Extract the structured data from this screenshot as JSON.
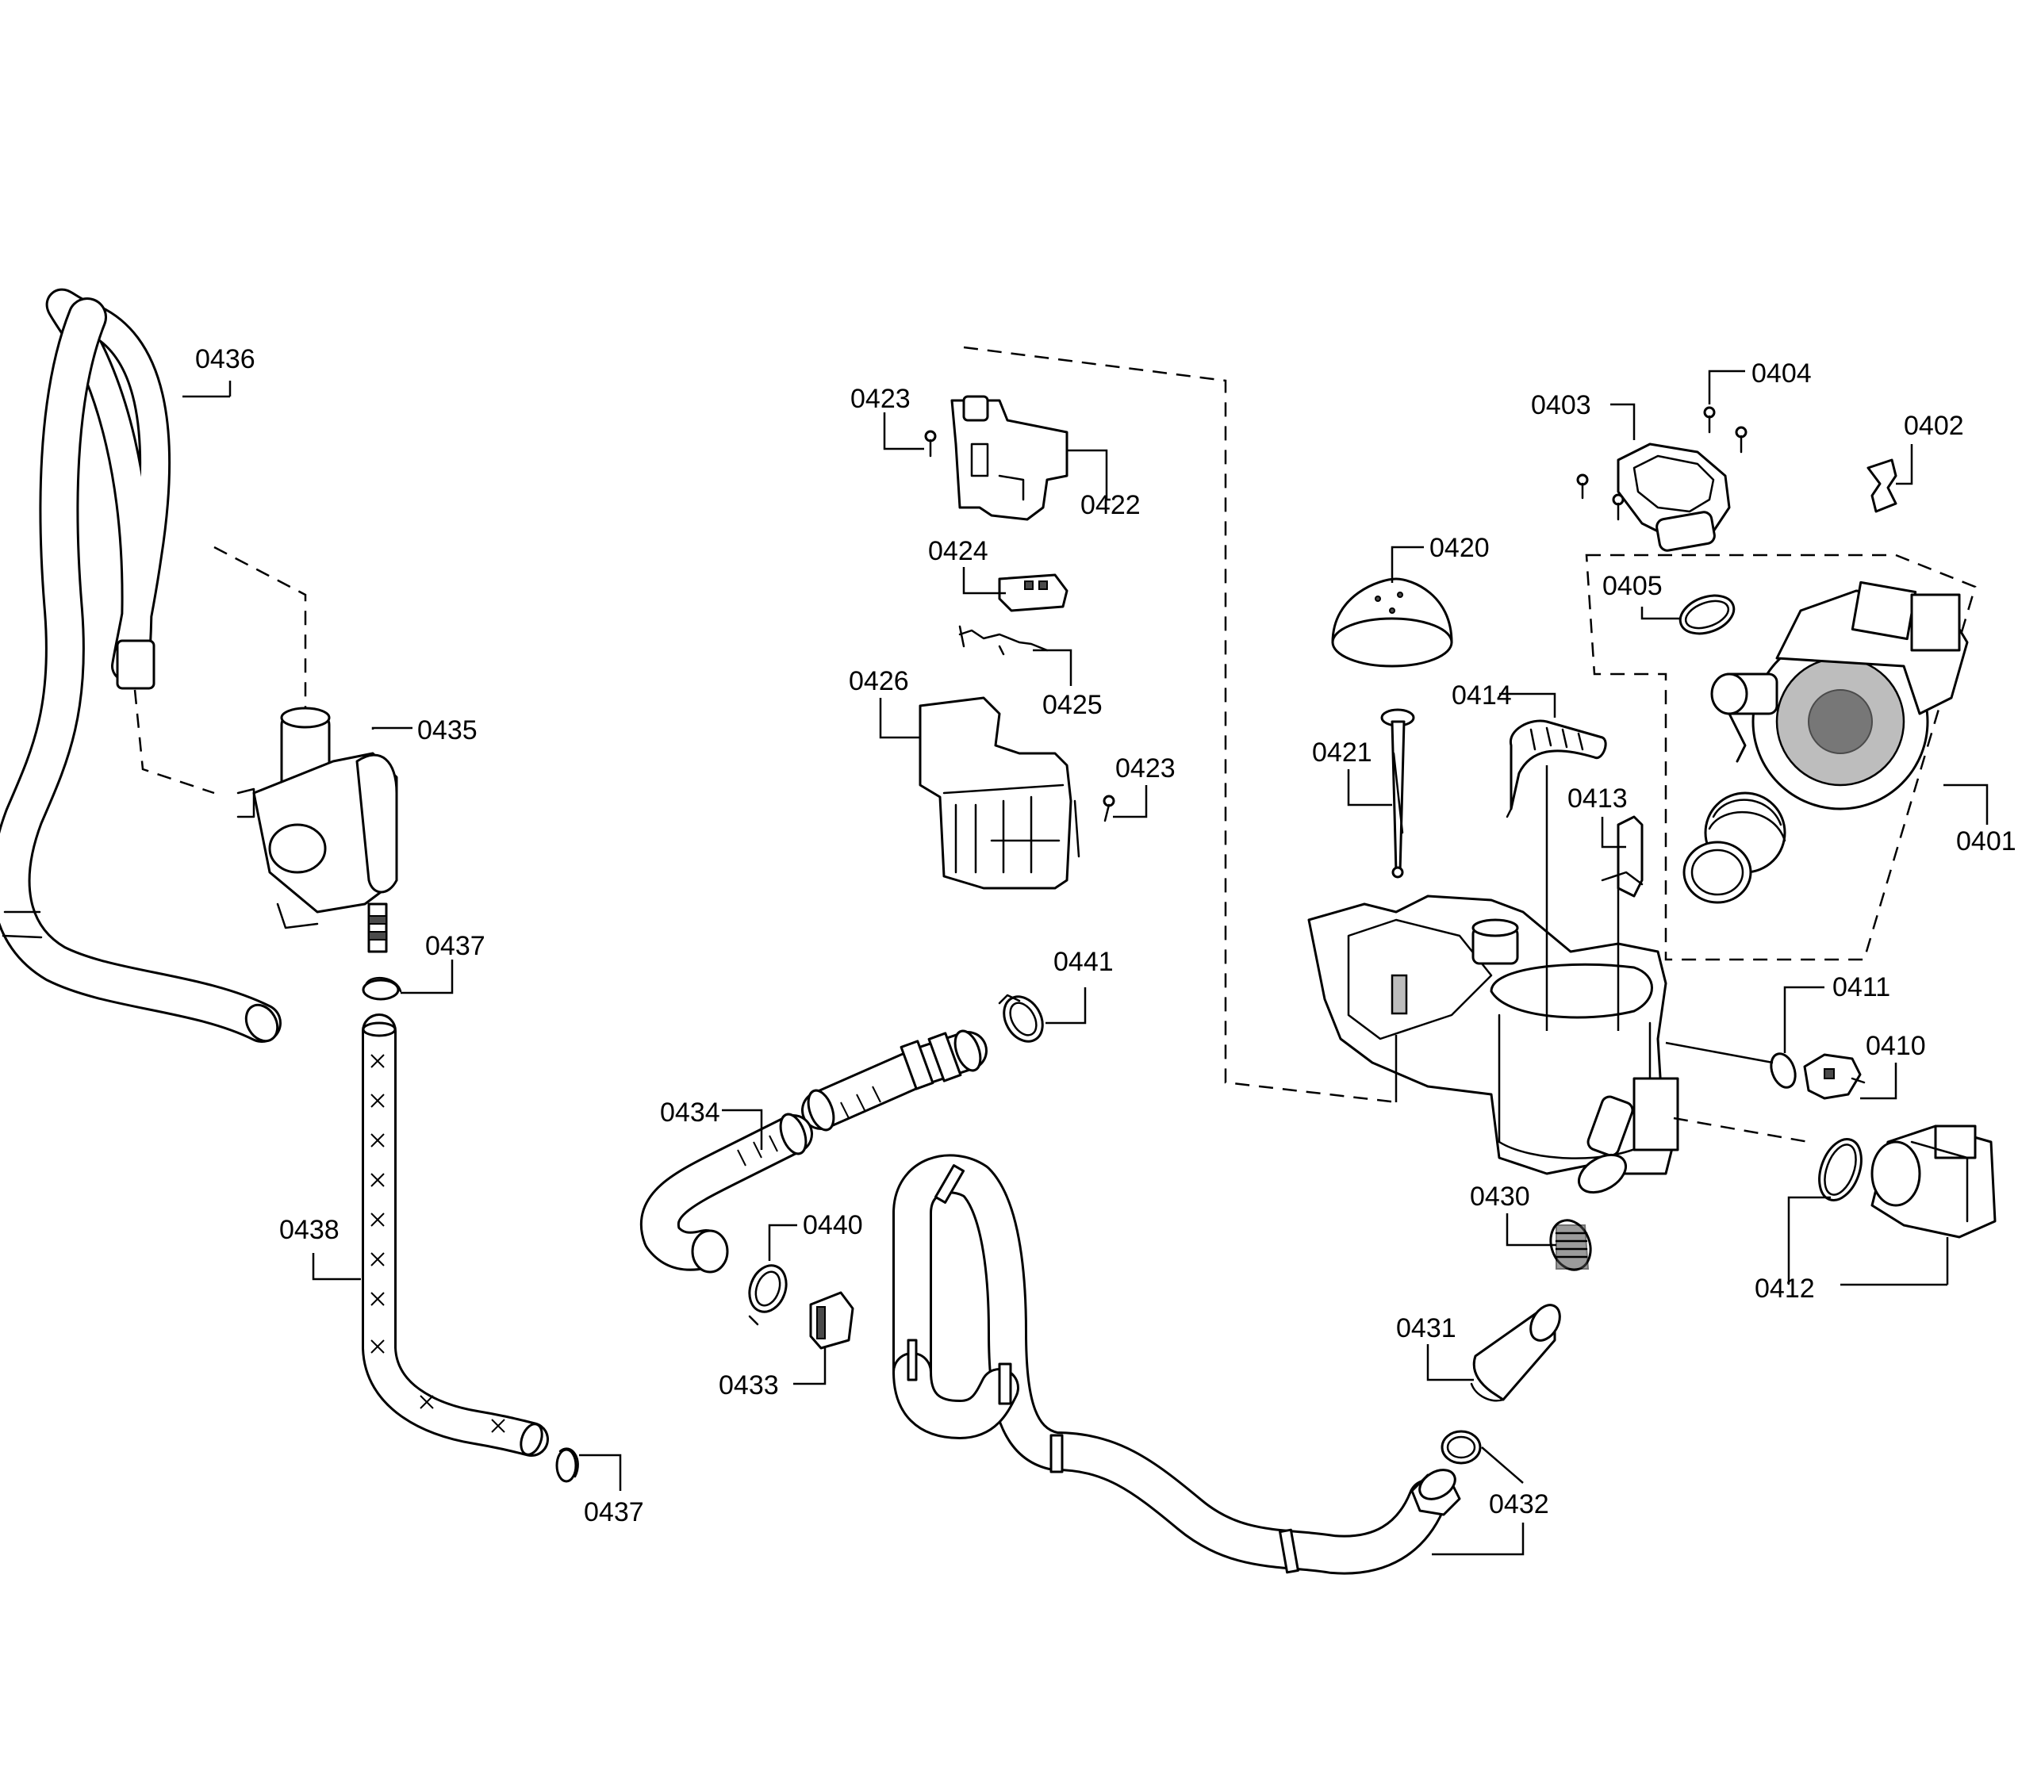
{
  "labels": {
    "p0401": "0401",
    "p0402": "0402",
    "p0403": "0403",
    "p0404": "0404",
    "p0405": "0405",
    "p0410": "0410",
    "p0411": "0411",
    "p0412": "0412",
    "p0413": "0413",
    "p0414": "0414",
    "p0420": "0420",
    "p0421": "0421",
    "p0422": "0422",
    "p0423a": "0423",
    "p0423b": "0423",
    "p0424": "0424",
    "p0425": "0425",
    "p0426": "0426",
    "p0430": "0430",
    "p0431": "0431",
    "p0432": "0432",
    "p0433": "0433",
    "p0434": "0434",
    "p0435": "0435",
    "p0436": "0436",
    "p0437a": "0437",
    "p0437b": "0437",
    "p0438": "0438",
    "p0440": "0440",
    "p0441": "0441"
  }
}
